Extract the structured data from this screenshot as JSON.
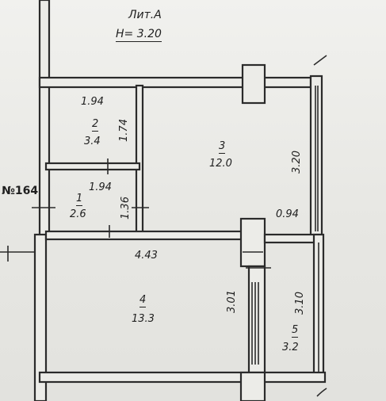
{
  "header": {
    "liter": "Лит.А",
    "height": "H= 3.20"
  },
  "neighbor": {
    "number": "№164"
  },
  "rooms": [
    {
      "id": "1",
      "number": "1",
      "area": "2.6"
    },
    {
      "id": "2",
      "number": "2",
      "area": "3.4"
    },
    {
      "id": "3",
      "number": "3",
      "area": "12.0"
    },
    {
      "id": "4",
      "number": "4",
      "area": "13.3"
    },
    {
      "id": "5",
      "number": "5",
      "area": "3.2"
    }
  ],
  "dimensions": {
    "room2_width": "1.94",
    "room2_height": "1.74",
    "room1_width": "1.94",
    "room1_height": "1.36",
    "room3_height": "3.20",
    "room3_notch": "0.94",
    "room4_width": "4.43",
    "room4_height": "3.01",
    "room5_height": "3.10"
  },
  "colors": {
    "paper": "#e9e9e6",
    "ink": "#2b2b2b"
  }
}
